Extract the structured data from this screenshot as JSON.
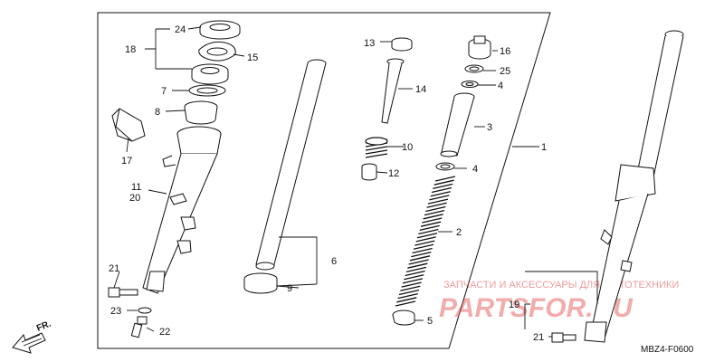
{
  "labels": {
    "p24": "24",
    "p18": "18",
    "p15": "15",
    "p7": "7",
    "p8": "8",
    "p17": "17",
    "p11": "11",
    "p20": "20",
    "p21a": "21",
    "p23": "23",
    "p22": "22",
    "p6": "6",
    "p9": "9",
    "p13": "13",
    "p14": "14",
    "p10": "10",
    "p12": "12",
    "p16": "16",
    "p25": "25",
    "p4a": "4",
    "p3": "3",
    "p4b": "4",
    "p2": "2",
    "p5": "5",
    "p1": "1",
    "p19": "19",
    "p21b": "21"
  },
  "direction": "FR.",
  "diagram_code": "MBZ4-F0600",
  "watermark": {
    "tagline": "ЗАПЧАСТИ И АКСЕССУАРЫ ДЛЯ МОТОТЕХНИКИ",
    "brand": "PARTSFOR.RU"
  },
  "colors": {
    "line": "#111111",
    "watermark": "#e24a4a"
  }
}
